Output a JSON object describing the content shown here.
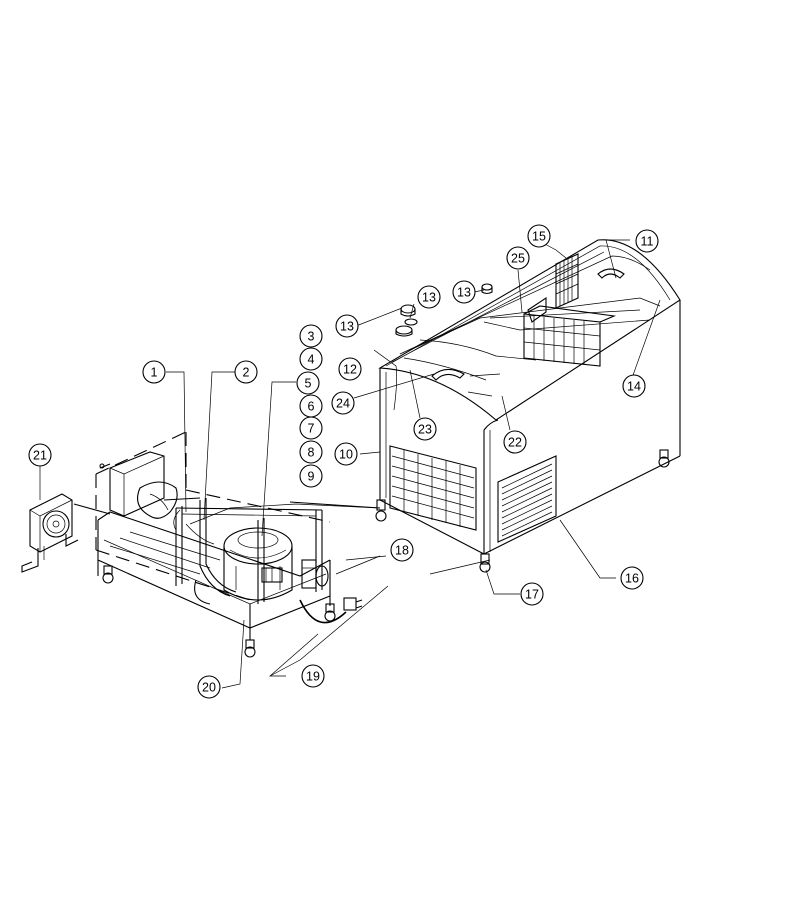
{
  "callouts": [
    {
      "id": "1",
      "label": "1"
    },
    {
      "id": "2",
      "label": "2"
    },
    {
      "id": "3",
      "label": "3"
    },
    {
      "id": "4",
      "label": "4"
    },
    {
      "id": "5",
      "label": "5"
    },
    {
      "id": "6",
      "label": "6"
    },
    {
      "id": "7",
      "label": "7"
    },
    {
      "id": "8",
      "label": "8"
    },
    {
      "id": "9",
      "label": "9"
    },
    {
      "id": "10",
      "label": "10"
    },
    {
      "id": "11",
      "label": "11"
    },
    {
      "id": "12",
      "label": "12"
    },
    {
      "id": "13a",
      "label": "13"
    },
    {
      "id": "13b",
      "label": "13"
    },
    {
      "id": "13c",
      "label": "13"
    },
    {
      "id": "14",
      "label": "14"
    },
    {
      "id": "15",
      "label": "15"
    },
    {
      "id": "16",
      "label": "16"
    },
    {
      "id": "17",
      "label": "17"
    },
    {
      "id": "18",
      "label": "18"
    },
    {
      "id": "19",
      "label": "19"
    },
    {
      "id": "20",
      "label": "20"
    },
    {
      "id": "21",
      "label": "21"
    },
    {
      "id": "22",
      "label": "22"
    },
    {
      "id": "23",
      "label": "23"
    },
    {
      "id": "24",
      "label": "24"
    },
    {
      "id": "25",
      "label": "25"
    }
  ]
}
